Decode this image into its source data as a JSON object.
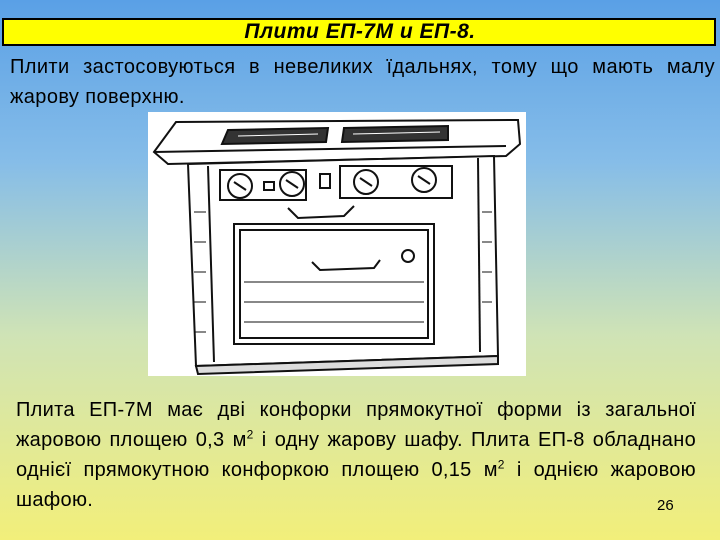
{
  "title": "Плити ЕП-7М и ЕП-8.",
  "intro": "Плити застосовуються в невеликих їдальнях, тому що мають малу жарову поверхню.",
  "body": {
    "p1": "Плита ЕП-7М має дві конфорки прямокутної форми із загальної жаровою площею 0,3 м",
    "sup1": "2",
    "p2": " і одну жарову шафу. Плита ЕП-8 обладнано однієї прямокутною конфоркою площею 0,15 м",
    "sup2": "2",
    "p3": " і однією жаровою шафою."
  },
  "page_number": "26"
}
